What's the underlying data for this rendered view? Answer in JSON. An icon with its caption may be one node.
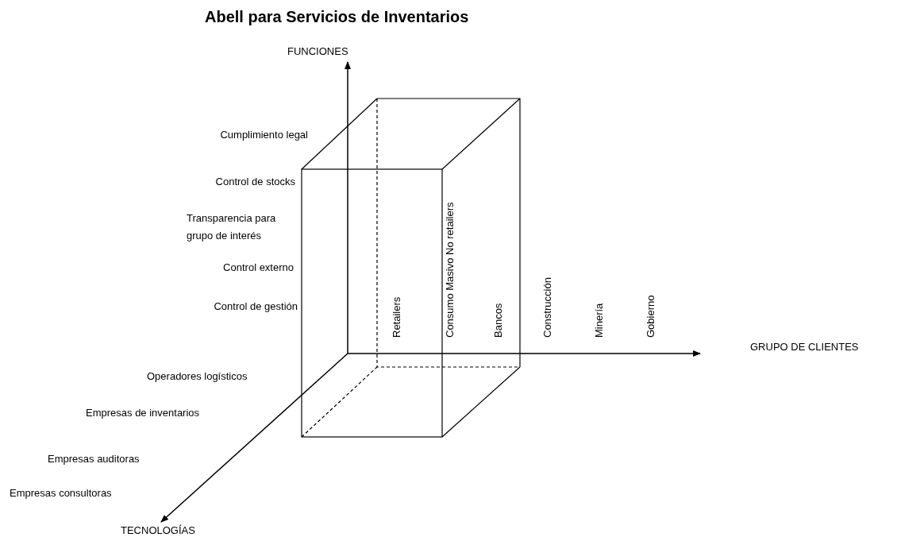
{
  "diagram": {
    "title": "Abell para Servicios de Inventarios",
    "labels": [
      "FUNCIONES",
      "Cumplimiento legal",
      "Control de stocks",
      "Transparencia para grupo de interés",
      "Control externo",
      "Control de gestión",
      "Retailers",
      "Consumo Masivo No retailers",
      "Bancos",
      "Construcción",
      "Minería",
      "Gobierno",
      "GRUPO DE CLIENTES",
      "Operadores logísticos",
      "Empresas de inventarios",
      "Empresas auditoras",
      "Empresas consultoras",
      "TECNOLOGÍAS"
    ]
  }
}
